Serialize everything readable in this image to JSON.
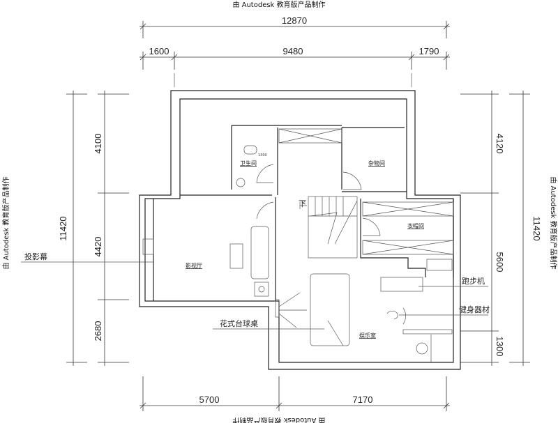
{
  "watermark": "由 Autodesk 教育版产品制作",
  "dimensions": {
    "top_total": "12870",
    "top_parts": [
      "1600",
      "9480",
      "1790"
    ],
    "left_total": "11420",
    "left_parts": [
      "4100",
      "4420",
      "2680"
    ],
    "right_total": "11420",
    "right_parts": [
      "4120",
      "5600",
      "1300"
    ],
    "bottom_parts": [
      "5700",
      "7170"
    ]
  },
  "rooms": {
    "bathroom": "卫生间",
    "storage": "杂物间",
    "cloakroom": "衣帽间",
    "theater": "影视厅",
    "entertainment": "娱乐室"
  },
  "annotations": {
    "projection_screen": "投影幕",
    "pool_table": "花式台球桌",
    "treadmill": "跑步机",
    "fitness_equipment": "健身器材",
    "stairs_down": "下",
    "bathtub_size": "1300"
  }
}
